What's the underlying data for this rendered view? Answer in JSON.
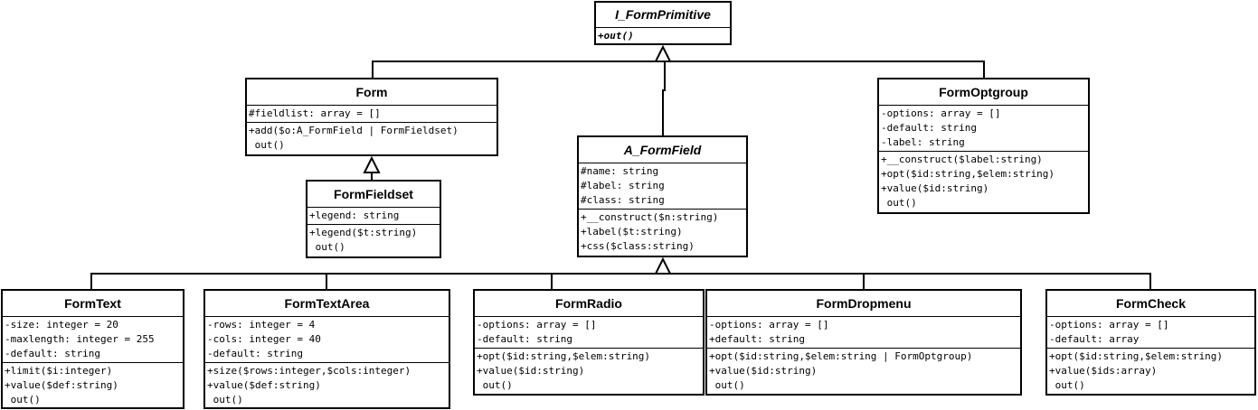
{
  "classes": {
    "i_formprimitive": {
      "name": "I_FormPrimitive",
      "attributes": [],
      "operations": [
        "+out()"
      ]
    },
    "form": {
      "name": "Form",
      "attributes": [
        "#fieldlist: array = []"
      ],
      "operations": [
        "+add($o:A_FormField | FormFieldset)",
        " out()"
      ]
    },
    "a_formfield": {
      "name": "A_FormField",
      "attributes": [
        "#name: string",
        "#label: string",
        "#class: string"
      ],
      "operations": [
        "+__construct($n:string)",
        "+label($t:string)",
        "+css($class:string)"
      ]
    },
    "formoptgroup": {
      "name": "FormOptgroup",
      "attributes": [
        "-options: array = []",
        "-default: string",
        "-label: string"
      ],
      "operations": [
        "+__construct($label:string)",
        "+opt($id:string,$elem:string)",
        "+value($id:string)",
        " out()"
      ]
    },
    "formfieldset": {
      "name": "FormFieldset",
      "attributes": [
        "+legend: string"
      ],
      "operations": [
        "+legend($t:string)",
        " out()"
      ]
    },
    "formtext": {
      "name": "FormText",
      "attributes": [
        "-size: integer = 20",
        "-maxlength: integer = 255",
        "-default: string"
      ],
      "operations": [
        "+limit($i:integer)",
        "+value($def:string)",
        " out()"
      ]
    },
    "formtextarea": {
      "name": "FormTextArea",
      "attributes": [
        "-rows: integer = 4",
        "-cols: integer = 40",
        "-default: string"
      ],
      "operations": [
        "+size($rows:integer,$cols:integer)",
        "+value($def:string)",
        " out()"
      ]
    },
    "formradio": {
      "name": "FormRadio",
      "attributes": [
        "-options: array = []",
        "-default: string"
      ],
      "operations": [
        "+opt($id:string,$elem:string)",
        "+value($id:string)",
        " out()"
      ]
    },
    "formdropmenu": {
      "name": "FormDropmenu",
      "attributes": [
        "-options: array = []",
        "+default: string"
      ],
      "operations": [
        "+opt($id:string,$elem:string | FormOptgroup)",
        "+value($id:string)",
        " out()"
      ]
    },
    "formcheck": {
      "name": "FormCheck",
      "attributes": [
        "-options: array = []",
        "-default: array"
      ],
      "operations": [
        "+opt($id:string,$elem:string)",
        "+value($ids:array)",
        " out()"
      ]
    }
  },
  "relations": [
    {
      "from": "form",
      "to": "i_formprimitive",
      "kind": "generalization"
    },
    {
      "from": "a_formfield",
      "to": "i_formprimitive",
      "kind": "generalization"
    },
    {
      "from": "formoptgroup",
      "to": "i_formprimitive",
      "kind": "generalization"
    },
    {
      "from": "formfieldset",
      "to": "form",
      "kind": "generalization"
    },
    {
      "from": "formtext",
      "to": "a_formfield",
      "kind": "generalization"
    },
    {
      "from": "formtextarea",
      "to": "a_formfield",
      "kind": "generalization"
    },
    {
      "from": "formradio",
      "to": "a_formfield",
      "kind": "generalization"
    },
    {
      "from": "formdropmenu",
      "to": "a_formfield",
      "kind": "generalization"
    },
    {
      "from": "formcheck",
      "to": "a_formfield",
      "kind": "generalization"
    }
  ]
}
